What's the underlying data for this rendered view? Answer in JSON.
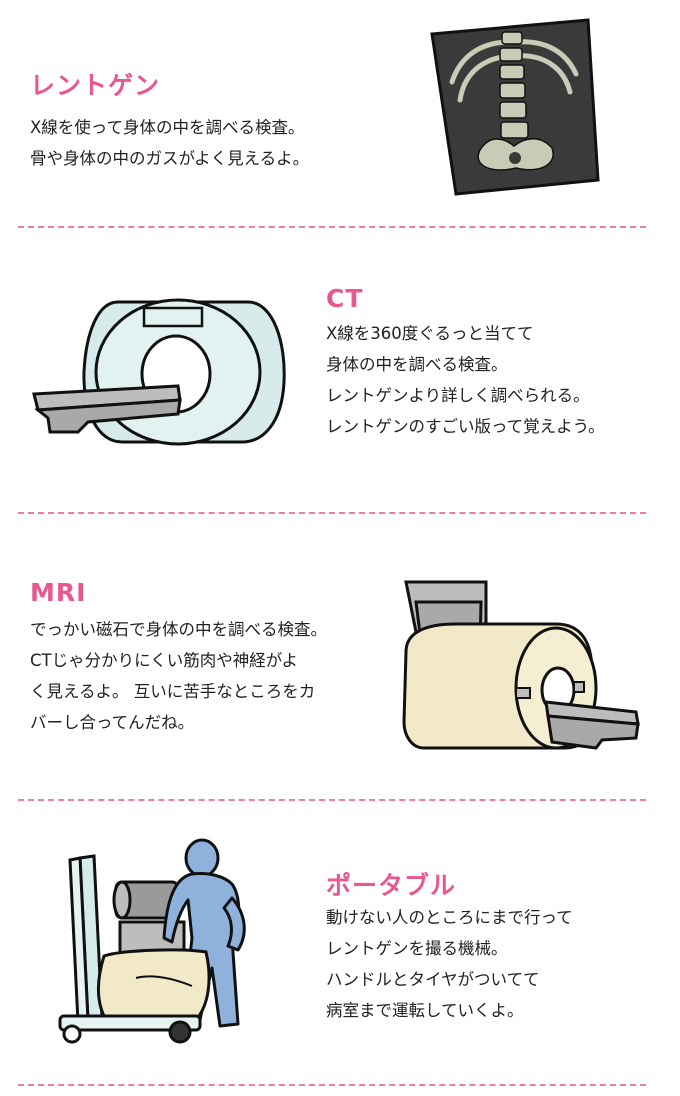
{
  "colors": {
    "accent": "#e8588e",
    "divider": "#ef7aa4",
    "text": "#222222"
  },
  "sections": [
    {
      "title": "レントゲン",
      "lines": [
        "X線を使って身体の中を調べる検査。",
        "骨や身体の中のガスがよく見えるよ。"
      ],
      "illustration": "x-ray-film-spine"
    },
    {
      "title": "CT",
      "lines": [
        "X線を360度ぐるっと当てて",
        "身体の中を調べる検査。",
        "レントゲンより詳しく調べられる。",
        "レントゲンのすごい版って覚えよう。"
      ],
      "illustration": "ct-scanner"
    },
    {
      "title": "MRI",
      "lines": [
        "でっかい磁石で身体の中を調べる検査。",
        "CTじゃ分かりにくい筋肉や神経がよ",
        "く見えるよ。 互いに苦手なところをカ",
        "バーし合ってんだね。"
      ],
      "illustration": "mri-machine"
    },
    {
      "title": "ポータブル",
      "lines": [
        "動けない人のところにまで行って",
        "レントゲンを撮る機械。",
        "ハンドルとタイヤがついてて",
        "病室まで運転していくよ。"
      ],
      "illustration": "portable-xray-with-person"
    }
  ]
}
